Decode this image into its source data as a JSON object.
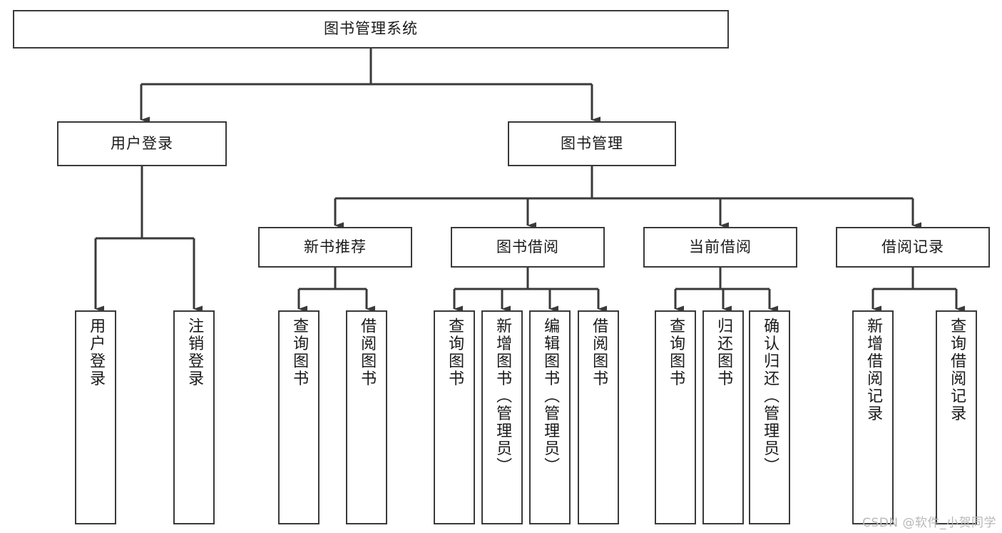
{
  "diagram": {
    "type": "tree-hierarchy",
    "title": "图书管理系统",
    "watermark": "CSDN @软件_小贺同学",
    "colors": {
      "stroke": "#3a3a3a",
      "fill": "#ffffff",
      "text": "#1a1a1a",
      "watermark": "#b8b8b8"
    },
    "nodes": {
      "root": {
        "label": "图书管理系统",
        "orientation": "horizontal"
      },
      "level1": [
        {
          "label": "用户登录",
          "orientation": "horizontal"
        },
        {
          "label": "图书管理",
          "orientation": "horizontal"
        }
      ],
      "level2": [
        {
          "label": "新书推荐",
          "orientation": "horizontal"
        },
        {
          "label": "图书借阅",
          "orientation": "horizontal"
        },
        {
          "label": "当前借阅",
          "orientation": "horizontal"
        },
        {
          "label": "借阅记录",
          "orientation": "horizontal"
        }
      ],
      "leaves_user_login": [
        {
          "label": "用户登录",
          "orientation": "vertical"
        },
        {
          "label": "注销登录",
          "orientation": "vertical"
        }
      ],
      "leaves_new_book": [
        {
          "label": "查询图书",
          "orientation": "vertical"
        },
        {
          "label": "借阅图书",
          "orientation": "vertical"
        }
      ],
      "leaves_borrow": [
        {
          "label": "查询图书",
          "orientation": "vertical"
        },
        {
          "label": "新增图书（管理员）",
          "orientation": "vertical"
        },
        {
          "label": "编辑图书（管理员）",
          "orientation": "vertical"
        },
        {
          "label": "借阅图书",
          "orientation": "vertical"
        }
      ],
      "leaves_current": [
        {
          "label": "查询图书",
          "orientation": "vertical"
        },
        {
          "label": "归还图书",
          "orientation": "vertical"
        },
        {
          "label": "确认归还（管理员）",
          "orientation": "vertical"
        }
      ],
      "leaves_record": [
        {
          "label": "新增借阅记录",
          "orientation": "vertical"
        },
        {
          "label": "查询借阅记录",
          "orientation": "vertical"
        }
      ]
    }
  }
}
